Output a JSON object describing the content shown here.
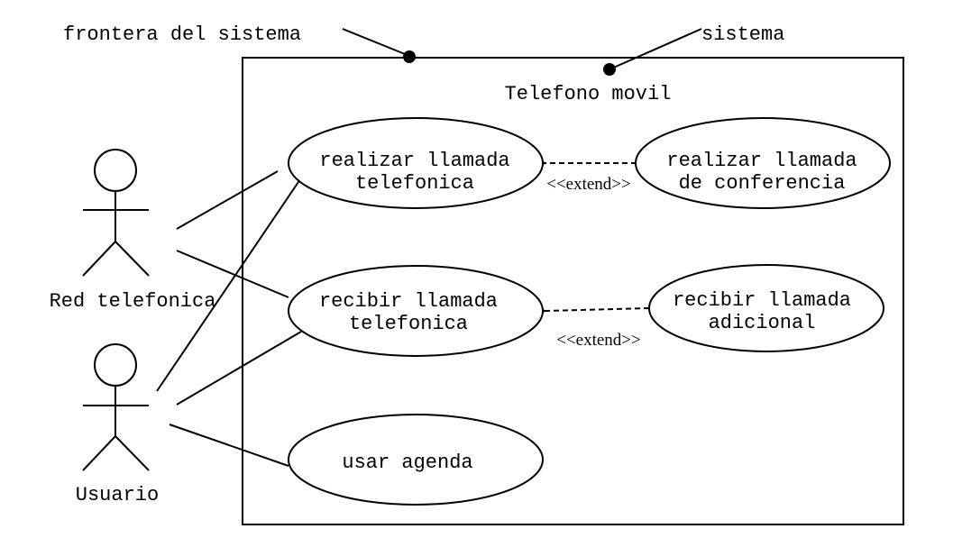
{
  "annotations": {
    "boundary_label": "frontera del sistema",
    "system_label": "sistema"
  },
  "system": {
    "title": "Telefono movil"
  },
  "actors": [
    {
      "name": "Red telefonica"
    },
    {
      "name": "Usuario"
    }
  ],
  "use_cases": [
    {
      "lines": [
        "realizar llamada",
        "telefonica"
      ]
    },
    {
      "lines": [
        "realizar llamada",
        "de conferencia"
      ]
    },
    {
      "lines": [
        "recibir llamada",
        "telefonica"
      ]
    },
    {
      "lines": [
        "recibir llamada",
        "adicional"
      ]
    },
    {
      "lines": [
        "usar agenda"
      ]
    }
  ],
  "relations": {
    "extend_label_1": "<<extend>>",
    "extend_label_2": "<<extend>>"
  }
}
